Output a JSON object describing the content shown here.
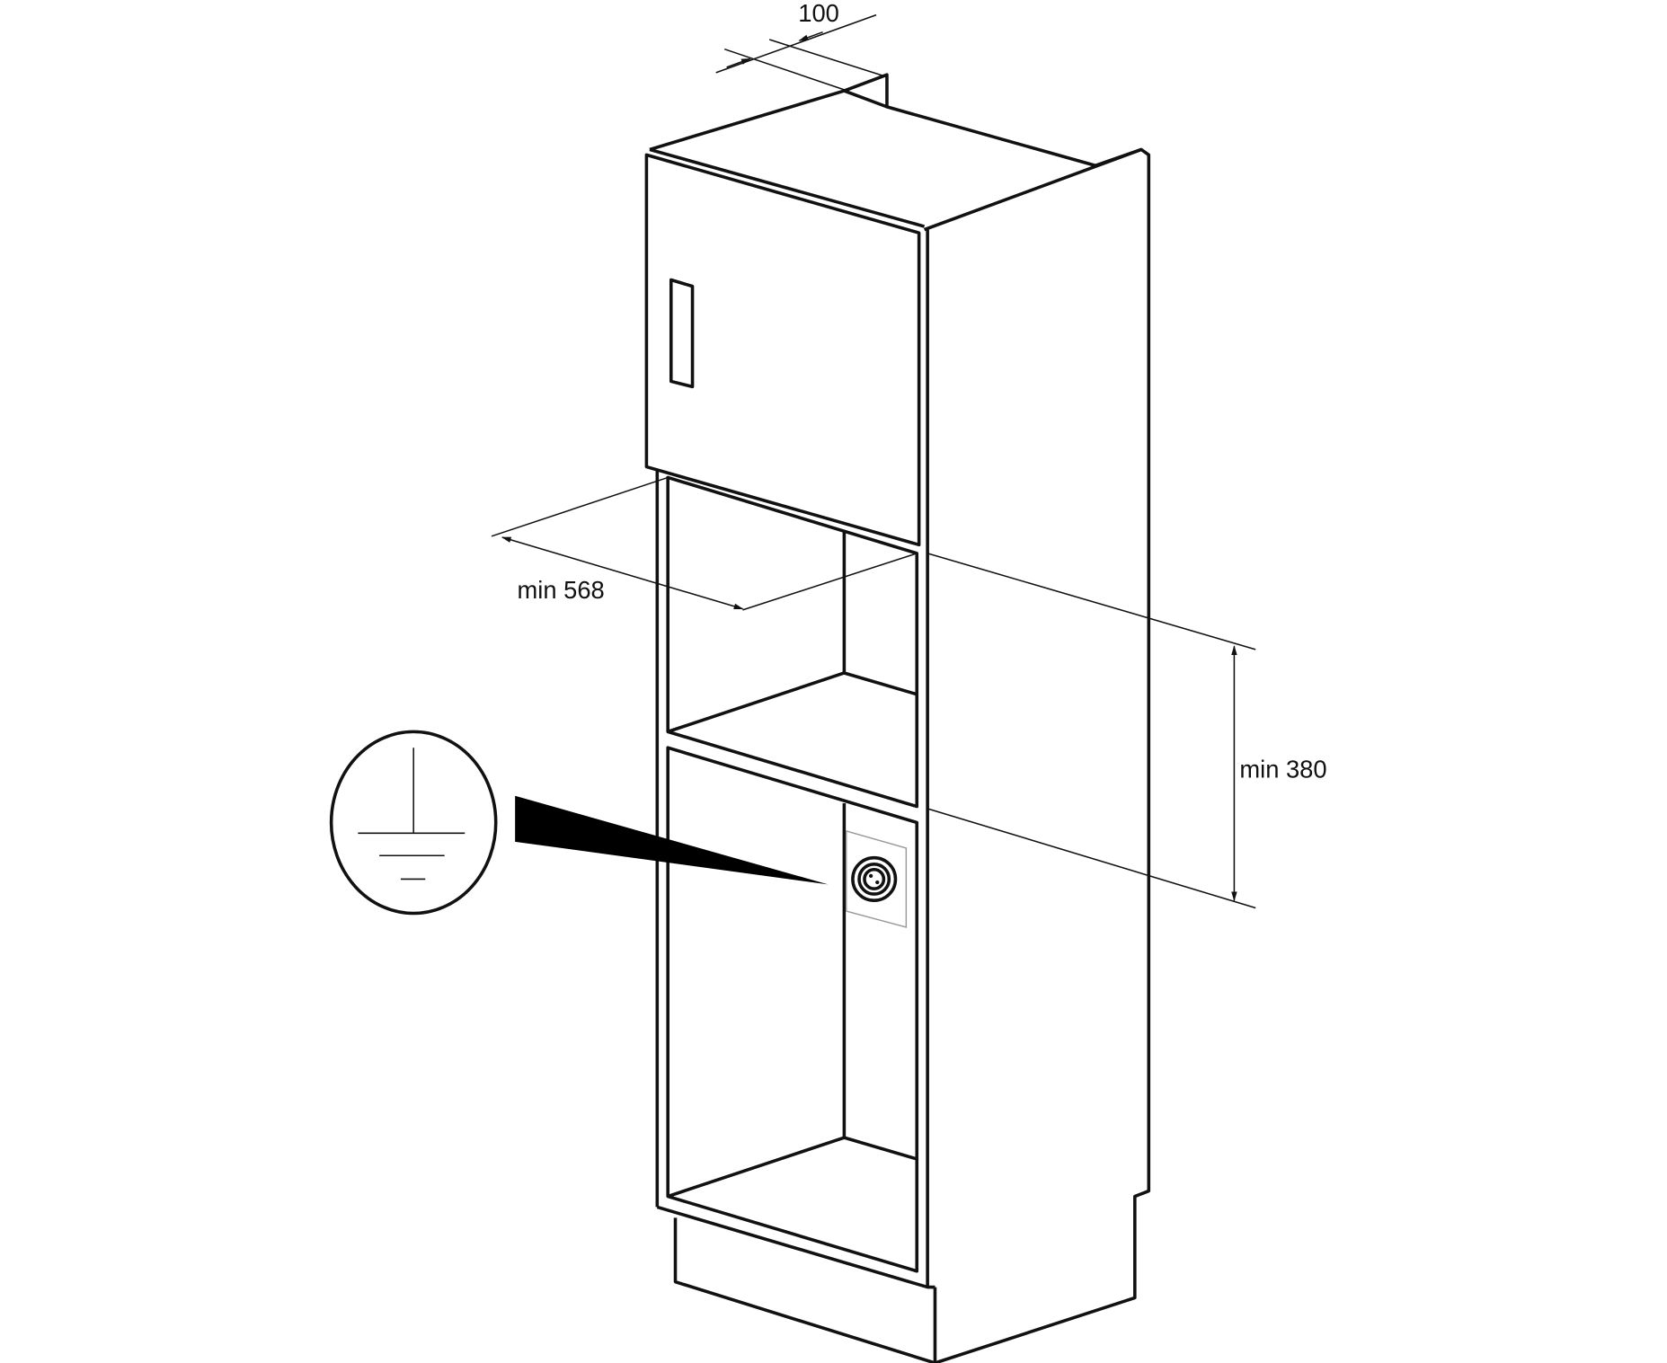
{
  "dimensions": {
    "depth_clearance": "100",
    "niche_depth": "min 568",
    "niche_height": "min 380"
  },
  "icons": [
    "earth-ground-symbol-icon",
    "power-socket-icon",
    "pointer-wedge-icon"
  ],
  "colors": {
    "line": "#111111",
    "background": "#ffffff"
  }
}
